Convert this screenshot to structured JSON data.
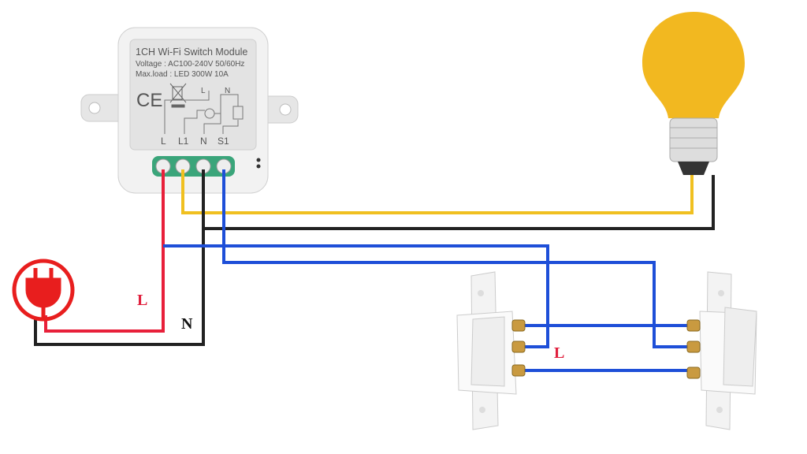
{
  "module": {
    "title": "1CH Wi-Fi Switch Module",
    "voltage": "Voltage : AC100-240V 50/60Hz",
    "maxload": "Max.load : LED 300W  10A",
    "ce_mark": "CE",
    "terminals": [
      "L",
      "L1",
      "N",
      "S1"
    ],
    "schematic_labels": [
      "L",
      "N"
    ]
  },
  "labels": {
    "live_left": "L",
    "neutral": "N",
    "live_switch": "L"
  },
  "colors": {
    "live": "#e8203a",
    "load": "#f0c020",
    "neutral": "#222222",
    "switch": "#1e4fd8",
    "plug": "#e81e1e",
    "bulb": "#f2b820"
  },
  "icons": [
    "power-plug-icon",
    "light-bulb-icon",
    "two-way-switch-icon"
  ]
}
